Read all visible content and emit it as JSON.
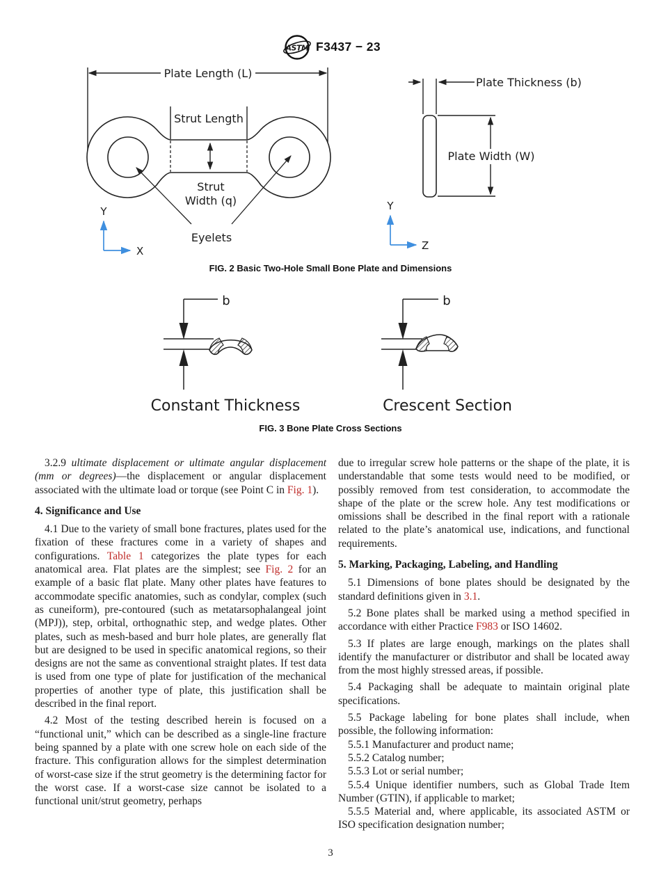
{
  "header": {
    "logo_text": "ASTM",
    "designation": "F3437 − 23"
  },
  "fig2": {
    "caption": "FIG. 2 Basic Two-Hole Small Bone Plate and Dimensions",
    "labels": {
      "plate_length": "Plate Length (L)",
      "strut_length": "Strut Length",
      "strut_width_line1": "Strut",
      "strut_width_line2": "Width (q)",
      "eyelets": "Eyelets",
      "axis_y_left": "Y",
      "axis_x": "X",
      "plate_thickness": "Plate Thickness (b)",
      "plate_width": "Plate Width (W)",
      "axis_y_right": "Y",
      "axis_z": "Z"
    }
  },
  "fig3": {
    "caption": "FIG. 3 Bone Plate Cross Sections",
    "left": {
      "dim": "b",
      "label": "Constant Thickness"
    },
    "right": {
      "dim": "b",
      "label": "Crescent Section"
    }
  },
  "content": {
    "left": {
      "p329": {
        "num": "3.2.9 ",
        "italic": "ultimate displacement or ultimate angular displacement (mm or degrees)",
        "text": "—the displacement or angular displacement associated with the ultimate load or torque (see Point C in ",
        "link": "Fig. 1",
        "end": ")."
      },
      "h4": "4. Significance and Use",
      "p41": {
        "t1": "4.1 Due to the variety of small bone fractures, plates used for the fixation of these fractures come in a variety of shapes and configurations. ",
        "link1": "Table 1",
        "t2": " categorizes the plate types for each anatomical area. Flat plates are the simplest; see ",
        "link2": "Fig. 2",
        "t3": " for an example of a basic flat plate. Many other plates have features to accommodate specific anatomies, such as condylar, complex (such as cuneiform), pre-contoured (such as metatarsophalangeal joint (MPJ)), step, orbital, orthognathic step, and wedge plates. Other plates, such as mesh-based and burr hole plates, are generally flat but are designed to be used in specific anatomical regions, so their designs are not the same as conventional straight plates. If test data is used from one type of plate for justification of the mechanical properties of another type of plate, this justification shall be described in the final report."
      },
      "p42": "4.2 Most of the testing described herein is focused on a “functional unit,” which can be described as a single-line fracture being spanned by a plate with one screw hole on each side of the fracture. This configuration allows for the simplest determination of worst-case size if the strut geometry is the determining factor for the worst case. If a worst-case size cannot be isolated to a functional unit/strut geometry, perhaps"
    },
    "right": {
      "p_cont": "due to irregular screw hole patterns or the shape of the plate, it is understandable that some tests would need to be modified, or possibly removed from test consideration, to accommodate the shape of the plate or the screw hole. Any test modifications or omissions shall be described in the final report with a rationale related to the plate’s anatomical use, indications, and functional requirements.",
      "h5": "5. Marking, Packaging, Labeling, and Handling",
      "p51": {
        "t1": "5.1 Dimensions of bone plates should be designated by the standard definitions given in ",
        "link": "3.1",
        "end": "."
      },
      "p52": {
        "t1": "5.2 Bone plates shall be marked using a method specified in accordance with either Practice ",
        "link": "F983",
        "end": " or ISO 14602."
      },
      "p53": "5.3 If plates are large enough, markings on the plates shall identify the manufacturer or distributor and shall be located away from the most highly stressed areas, if possible.",
      "p54": "5.4 Packaging shall be adequate to maintain original plate specifications.",
      "p55": "5.5 Package labeling for bone plates shall include, when possible, the following information:",
      "items": [
        "5.5.1 Manufacturer and product name;",
        "5.5.2 Catalog number;",
        "5.5.3 Lot or serial number;",
        "5.5.4 Unique identifier numbers, such as Global Trade Item Number (GTIN), if applicable to market;",
        "5.5.5 Material and, where applicable, its associated ASTM or ISO specification designation number;"
      ]
    }
  },
  "footer": {
    "page_number": "3"
  },
  "colors": {
    "link_red": "#bf2b28",
    "axis_blue": "#3f8fdf",
    "ink": "#1c1c1c"
  }
}
